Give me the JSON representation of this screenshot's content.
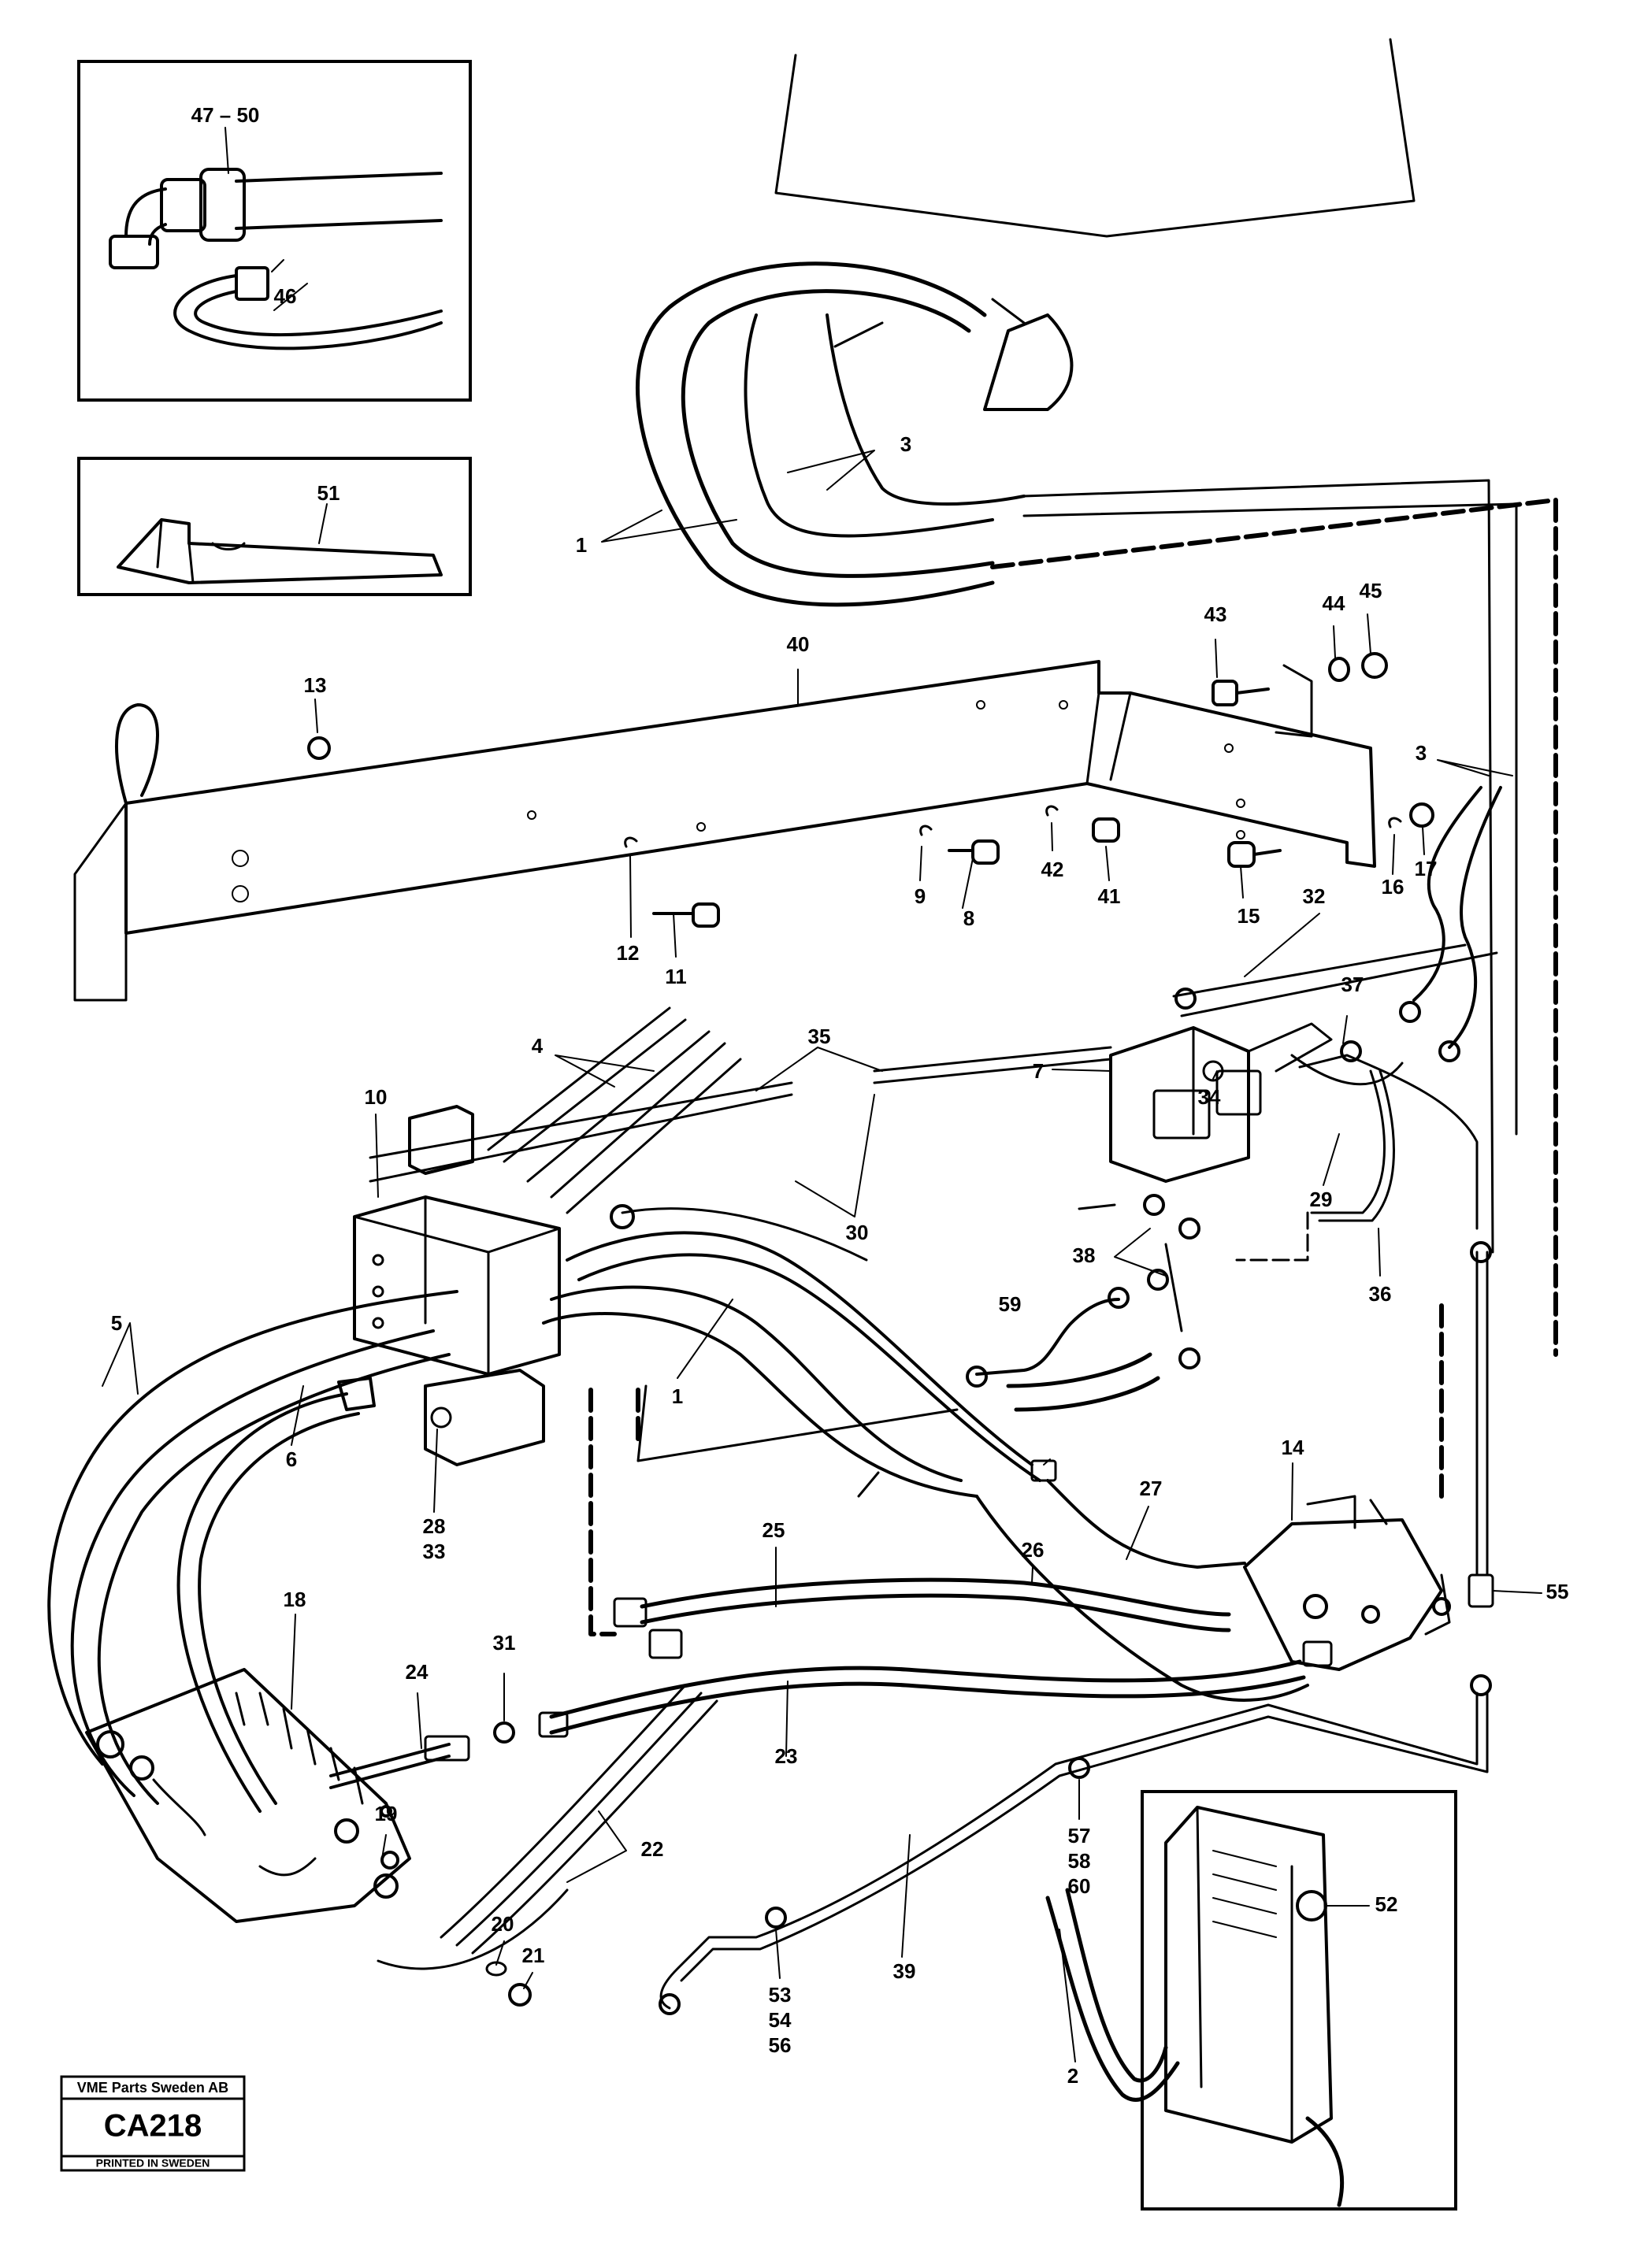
{
  "stamp": {
    "company": "VME Parts Sweden AB",
    "code": "CA218",
    "printed": "PRINTED IN SWEDEN"
  },
  "callouts": {
    "c1": "1",
    "c1b": "1",
    "c2": "2",
    "c3": "3",
    "c3b": "3",
    "c4": "4",
    "c5": "5",
    "c6": "6",
    "c7": "7",
    "c8": "8",
    "c9": "9",
    "c10": "10",
    "c11": "11",
    "c12": "12",
    "c13": "13",
    "c14": "14",
    "c15": "15",
    "c16": "16",
    "c17": "17",
    "c18": "18",
    "c19": "19",
    "c20": "20",
    "c21": "21",
    "c22": "22",
    "c23": "23",
    "c24": "24",
    "c25": "25",
    "c26": "26",
    "c27": "27",
    "c28": "28",
    "c29": "29",
    "c30": "30",
    "c31": "31",
    "c32": "32",
    "c33": "33",
    "c34": "34",
    "c35": "35",
    "c36": "36",
    "c37": "37",
    "c38": "38",
    "c39": "39",
    "c40": "40",
    "c41": "41",
    "c42": "42",
    "c43": "43",
    "c44": "44",
    "c45": "45",
    "c46": "46",
    "c47_50": "47 – 50",
    "c51": "51",
    "c52": "52",
    "c53": "53",
    "c54": "54",
    "c55": "55",
    "c56": "56",
    "c57": "57",
    "c58": "58",
    "c59": "59",
    "c60": "60"
  }
}
